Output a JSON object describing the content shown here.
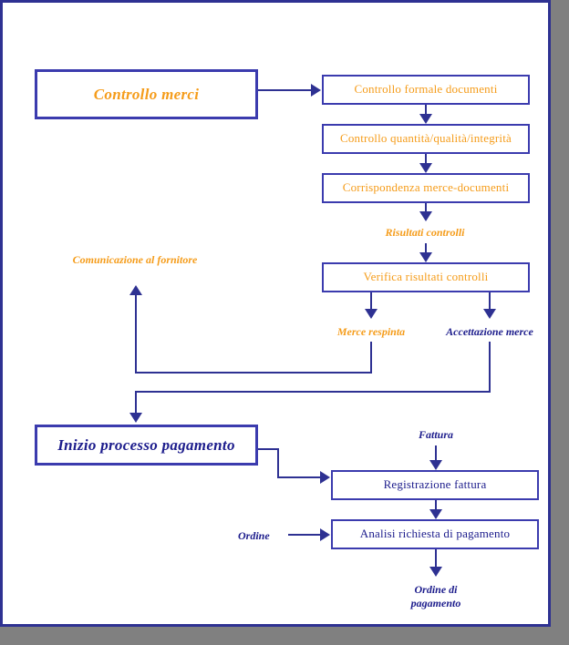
{
  "diagram": {
    "title": "Controllo merci / Inizio processo pagamento",
    "colors": {
      "frame": "#2e3192",
      "box_border": "#3b3bae",
      "shadow": "#808080",
      "orange_text": "#f59c1a",
      "navy_text": "#1c1c8c",
      "connector": "#2e3192",
      "page_background": "#808080",
      "sheet_background": "#ffffff"
    },
    "nodes": {
      "controllo_merci": "Controllo merci",
      "controllo_formale": "Controllo formale documenti",
      "controllo_quantita": "Controllo quantità/qualità/integrità",
      "corrispondenza": "Corrispondenza merce-documenti",
      "verifica_risultati": "Verifica risultati controlli",
      "inizio_pagamento": "Inizio processo pagamento",
      "registrazione_fattura": "Registrazione fattura",
      "analisi_richiesta": "Analisi richiesta di pagamento"
    },
    "labels": {
      "risultati_controlli": "Risultati controlli",
      "comunicazione_fornitore": "Comunicazione al fornitore",
      "merce_respinta": "Merce respinta",
      "accettazione_merce": "Accettazione merce",
      "fattura": "Fattura",
      "ordine": "Ordine",
      "ordine_di_pagamento_l1": "Ordine di",
      "ordine_di_pagamento_l2": "pagamento"
    }
  }
}
